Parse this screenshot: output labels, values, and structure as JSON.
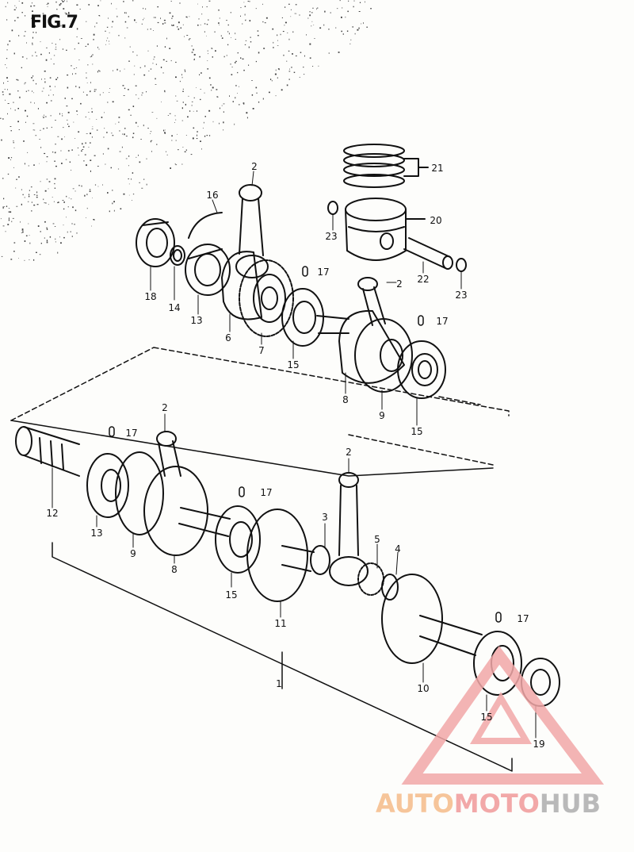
{
  "figure": {
    "title": "FIG.7"
  },
  "callouts": [
    {
      "id": "c2a",
      "label": "2"
    },
    {
      "id": "c16",
      "label": "16"
    },
    {
      "id": "c21",
      "label": "21"
    },
    {
      "id": "c20",
      "label": "20"
    },
    {
      "id": "c23a",
      "label": "23"
    },
    {
      "id": "c22",
      "label": "22"
    },
    {
      "id": "c23b",
      "label": "23"
    },
    {
      "id": "c18",
      "label": "18"
    },
    {
      "id": "c14",
      "label": "14"
    },
    {
      "id": "c13",
      "label": "13"
    },
    {
      "id": "c6",
      "label": "6"
    },
    {
      "id": "c7",
      "label": "7"
    },
    {
      "id": "c17a",
      "label": "17"
    },
    {
      "id": "c2b",
      "label": "2"
    },
    {
      "id": "c15a",
      "label": "15"
    },
    {
      "id": "c17b",
      "label": "17"
    },
    {
      "id": "c8a",
      "label": "8"
    },
    {
      "id": "c9a",
      "label": "9"
    },
    {
      "id": "c15b",
      "label": "15"
    },
    {
      "id": "c2c",
      "label": "2"
    },
    {
      "id": "c17c",
      "label": "17"
    },
    {
      "id": "c12",
      "label": "12"
    },
    {
      "id": "c13b",
      "label": "13"
    },
    {
      "id": "c9b",
      "label": "9"
    },
    {
      "id": "c8b",
      "label": "8"
    },
    {
      "id": "c17d",
      "label": "17"
    },
    {
      "id": "c2d",
      "label": "2"
    },
    {
      "id": "c3",
      "label": "3"
    },
    {
      "id": "c5",
      "label": "5"
    },
    {
      "id": "c4",
      "label": "4"
    },
    {
      "id": "c15c",
      "label": "15"
    },
    {
      "id": "c11",
      "label": "11"
    },
    {
      "id": "c17e",
      "label": "17"
    },
    {
      "id": "c10",
      "label": "10"
    },
    {
      "id": "c15d",
      "label": "15"
    },
    {
      "id": "c19",
      "label": "19"
    },
    {
      "id": "c1",
      "label": "1"
    }
  ],
  "watermark": {
    "part1": "AUTO",
    "part2": "MOTO",
    "part3": "HUB"
  },
  "colors": {
    "ink": "#111111",
    "watermark_orange": "#f6c59a",
    "watermark_red": "#f2a8a8",
    "watermark_gray": "#b9b9b9"
  }
}
